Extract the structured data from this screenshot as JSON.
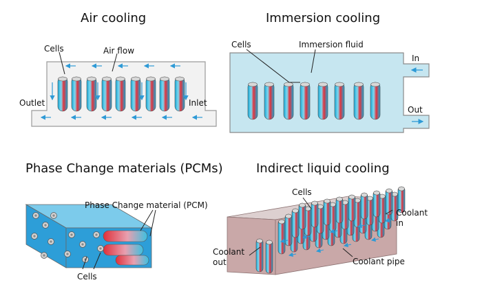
{
  "panels": {
    "air": {
      "title": "Air cooling",
      "labels": {
        "cells": "Cells",
        "air_flow": "Air flow",
        "outlet": "Outlet",
        "inlet": "Inlet"
      }
    },
    "immersion": {
      "title": "Immersion cooling",
      "labels": {
        "cells": "Cells",
        "immersion_fluid": "Immersion fluid",
        "in": "In",
        "out": "Out"
      }
    },
    "pcm": {
      "title": "Phase Change materials (PCMs)",
      "labels": {
        "pcm": "Phase Change material (PCM)",
        "cells": "Cells"
      }
    },
    "indirect": {
      "title": "Indirect liquid cooling",
      "labels": {
        "cells": "Cells",
        "coolant_in_1": "Coolant",
        "coolant_in_2": "in",
        "coolant_out_1": "Coolant",
        "coolant_out_2": "out",
        "coolant_pipe": "Coolant pipe"
      }
    }
  },
  "colors": {
    "cell_cyan": "#3cc0e0",
    "cell_red": "#e0303a",
    "fluid": "#c6e6f0",
    "duct": "#f2f2f2",
    "arrow": "#2e9ad6",
    "pcm_block": "#2d9ed8",
    "plate": "#c9a8a8"
  }
}
